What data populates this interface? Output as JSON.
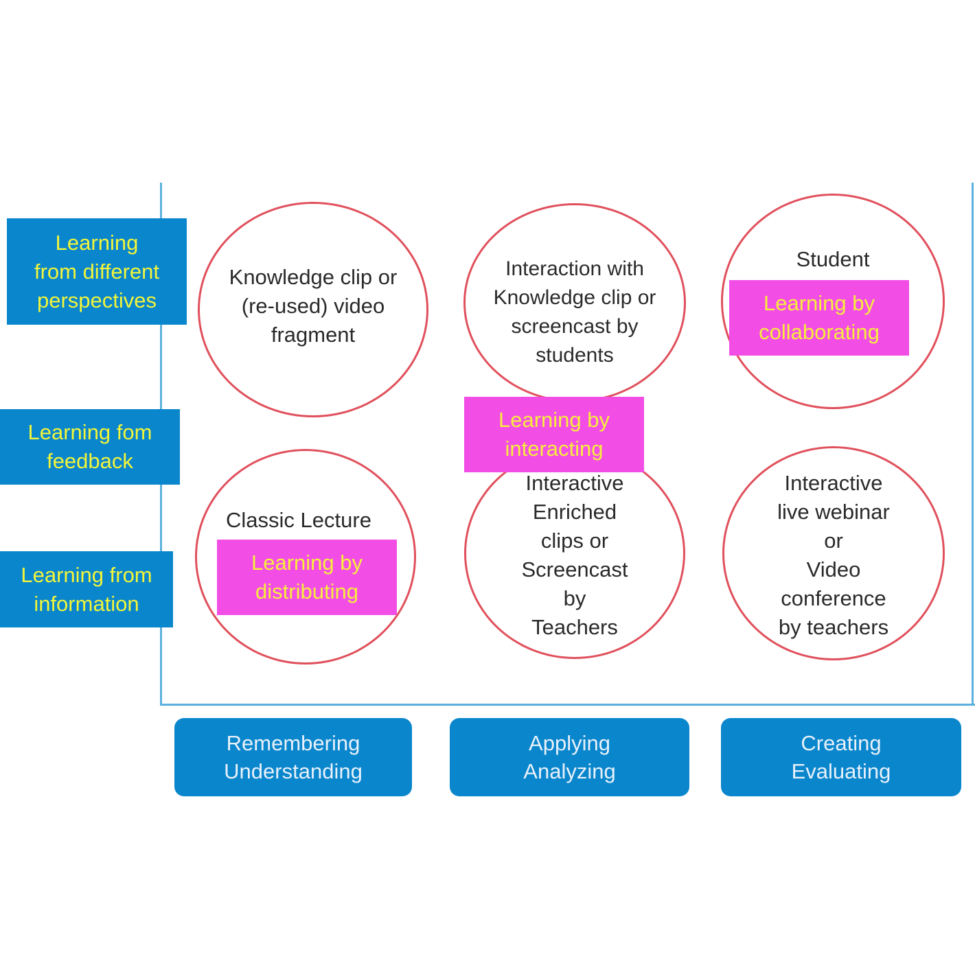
{
  "row_labels": [
    "Learning\nfrom different\nperspectives",
    "Learning fom\nfeedback",
    "Learning from\ninformation"
  ],
  "column_labels": [
    "Remembering\nUnderstanding",
    "Applying\nAnalyzing",
    "Creating\nEvaluating"
  ],
  "circles": [
    "Knowledge clip or\n(re-used) video\nfragment",
    "Interaction with\nKnowledge clip or\nscreencast by\nstudents",
    "Student",
    "Classic Lecture",
    "Interactive\nEnriched\nclips or\nScreencast\nby\nTeachers",
    "Interactive\nlive webinar\nor\nVideo\nconference\nby teachers"
  ],
  "learning_modes": [
    "Learning  by\ncollaborating",
    "Learning  by\ninteracting",
    "Learning  by\ndistributing"
  ],
  "colors": {
    "row_label_bg": "#0a86cc",
    "row_label_text": "#f2f53a",
    "circle_border": "#e0505c",
    "mode_bg": "#f24ee6",
    "mode_text": "#f7ee3c",
    "column_label_bg": "#0a86cc",
    "column_label_text": "#e8f1fb"
  }
}
